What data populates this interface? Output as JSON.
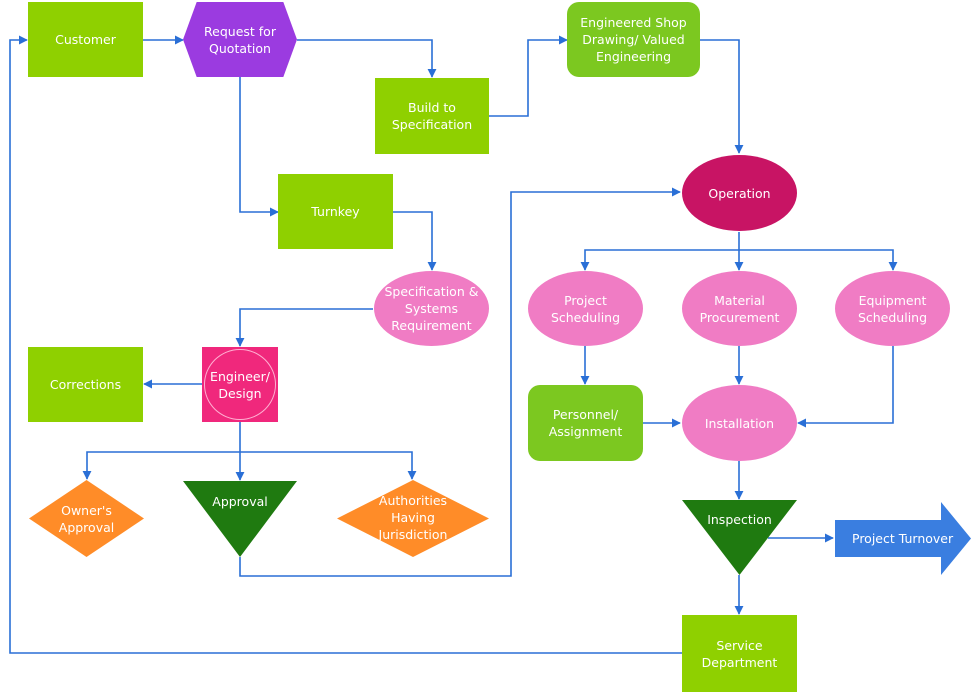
{
  "nodes": {
    "customer": "Customer",
    "rfq": "Request for\nQuotation",
    "build": "Build to\nSpecification",
    "engineered": "Engineered Shop\nDrawing/ Valued\nEngineering",
    "turnkey": "Turnkey",
    "spec": "Specification &\nSystems\nRequirement",
    "operation": "Operation",
    "corrections": "Corrections",
    "engineer": "Engineer/\nDesign",
    "project_sched": "Project\nScheduling",
    "material": "Material\nProcurement",
    "equipment": "Equipment\nScheduling",
    "personnel": "Personnel/\nAssignment",
    "installation": "Installation",
    "owners": "Owner's\nApproval",
    "approval": "Approval",
    "authorities": "Authorities\nHaving\nJurisdiction",
    "inspection": "Inspection",
    "turnover": "Project Turnover",
    "service": "Service\nDepartment"
  },
  "colors": {
    "connector": "#2a6fd6",
    "green": "#8fd000",
    "dark_green": "#1f7a10",
    "orange": "#ff8c28",
    "blue_arrow": "#3a7ee0"
  }
}
